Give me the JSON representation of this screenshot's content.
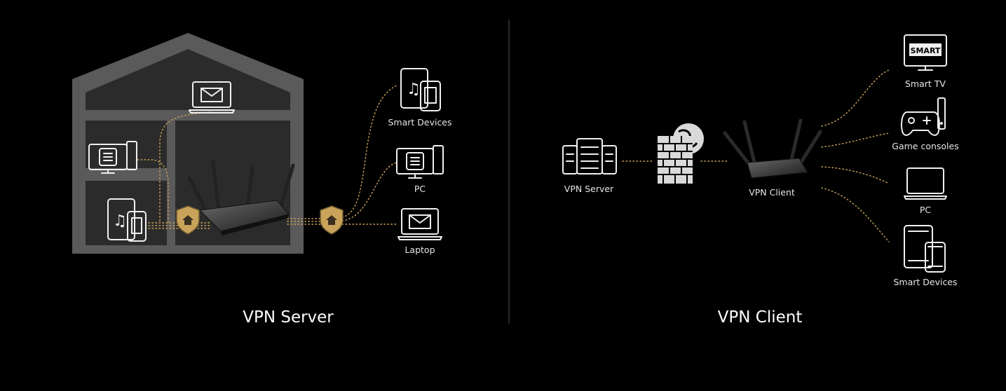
{
  "colors": {
    "background": "#000000",
    "gold": "#c9a35a",
    "house": "#5a5a5a",
    "house_inner": "#2b2b2b",
    "icon": "#f0f0f0"
  },
  "server": {
    "title": "VPN Server",
    "labels": {
      "smart_devices": "Smart Devices",
      "pc": "PC",
      "laptop": "Laptop"
    }
  },
  "client": {
    "title": "VPN Client",
    "labels": {
      "vpn_server": "VPN Server",
      "vpn_client": "VPN Client",
      "smart_tv": "Smart TV",
      "tv_screen": "SMART",
      "game_consoles": "Game consoles",
      "pc": "PC",
      "smart_devices": "Smart Devices"
    }
  }
}
